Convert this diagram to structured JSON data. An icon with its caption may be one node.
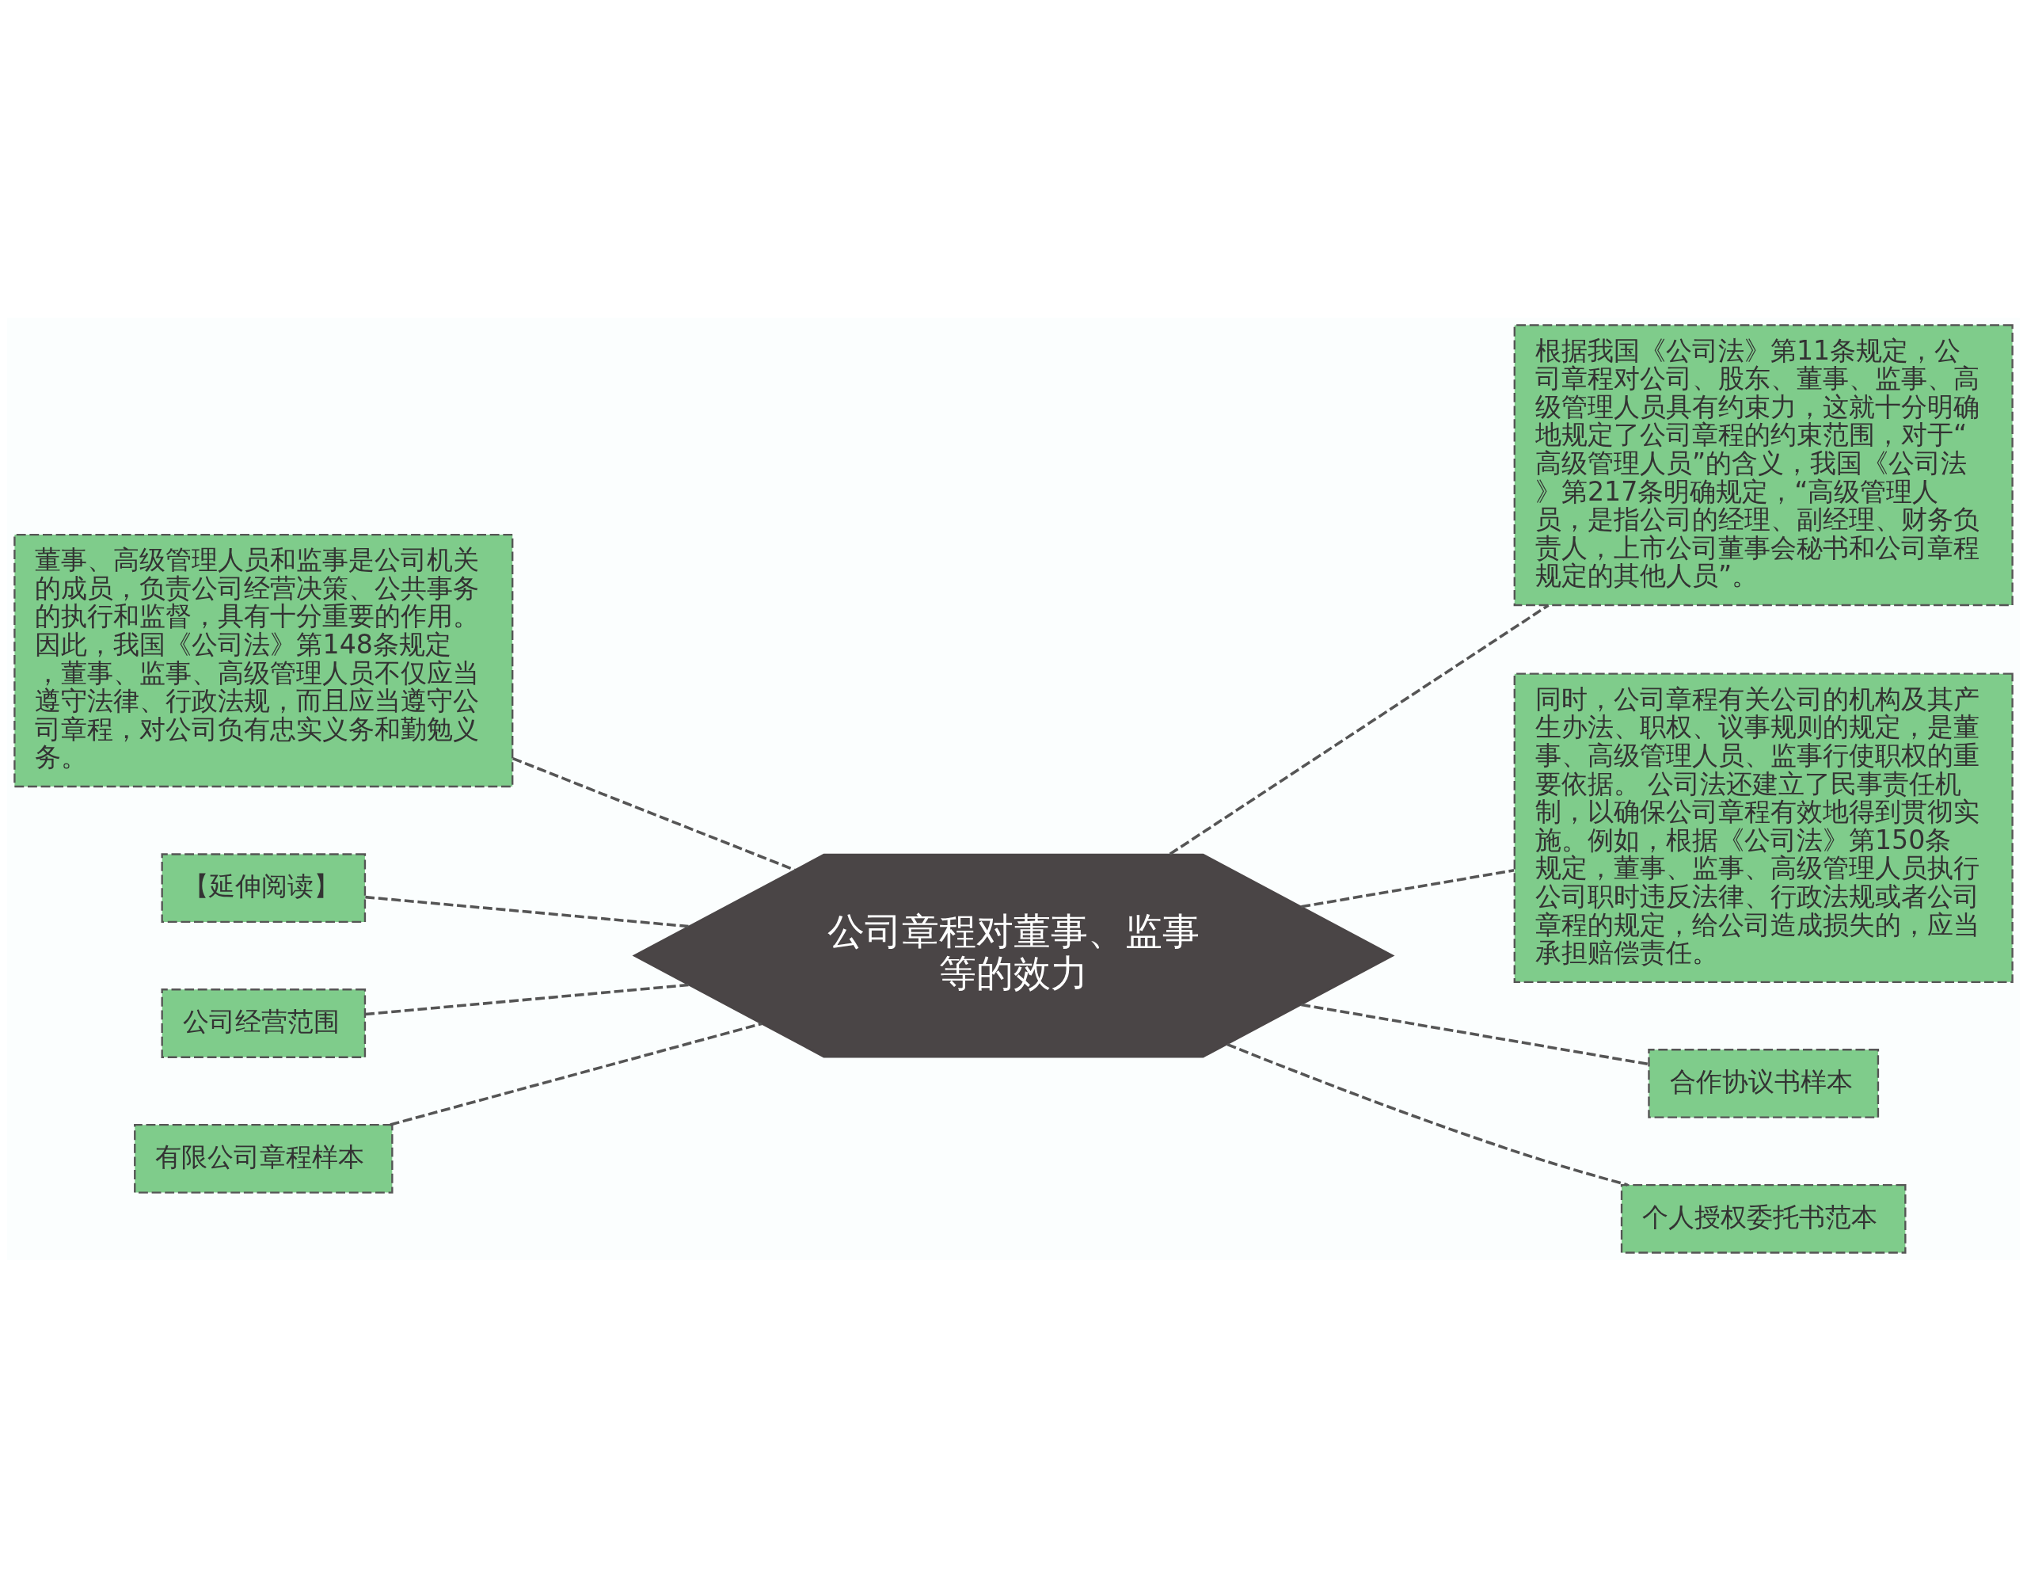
{
  "diagram": {
    "nodes": [
      {
        "text": [
          "公司章程对董事、监事等的效力"
        ]
      },
      {
        "text": [
          "董事、高级管理人员和监事是公司机关的成员，负责公司经营决策、公共事务的执行和监督，具有十分重要的作用。因此，我国《公司法》第148条规定，董事、监事、高级管理人员不仅应当遵守法律、行政法规，而且应当遵守公司章程，对公司负有忠实义务和勤勉义务。"
        ]
      },
      {
        "text": [
          "【延伸阅读】"
        ]
      },
      {
        "text": [
          "公司经营范围"
        ]
      },
      {
        "text": [
          "有限公司章程样本"
        ]
      },
      {
        "text": [
          "根据我国《公司法》第11条规定，公司章程对公司、股东、董事、监事、高级管理人员具有约束力，这就十分明确地规定了公司章程的约束范围，对于“高级管理人员”的含义，我国《公司法》第217条明确规定，“高级管理人员，是指公司的经理、副经理、财务负责人，上市公司董事会秘书和公司章程规定的其他人员”。"
        ]
      },
      {
        "text": [
          "同时，公司章程有关公司的机构及其产生办法、职权、议事规则的规定，是董事、高级管理人员、监事行使职权的重要依据。 公司法还建立了民事责任机制，以确保公司章程有效地得到贯彻实施。例如，根据《公司法》第150条规定，董事、监事、高级管理人员执行公司职时违反法律、行政法规或者公司章程的规定，给公司造成损失的，应当承担赔偿责任。"
        ]
      },
      {
        "text": [
          "合作协议书样本"
        ]
      },
      {
        "text": [
          "个人授权委托书范本"
        ]
      }
    ],
    "edges": [
      {
        "from": 1,
        "to": 0,
        "arrow": "none",
        "style": "dashed"
      },
      {
        "from": 2,
        "to": 0,
        "arrow": "none",
        "style": "dashed"
      },
      {
        "from": 3,
        "to": 0,
        "arrow": "none",
        "style": "dashed"
      },
      {
        "from": 4,
        "to": 0,
        "arrow": "none",
        "style": "dashed"
      },
      {
        "from": 0,
        "to": 5,
        "arrow": "none",
        "style": "dashed"
      },
      {
        "from": 0,
        "to": 6,
        "arrow": "none",
        "style": "dashed"
      },
      {
        "from": 0,
        "to": 7,
        "arrow": "none",
        "style": "dashed"
      },
      {
        "from": 0,
        "to": 8,
        "arrow": "none",
        "style": "dashed"
      }
    ]
  }
}
